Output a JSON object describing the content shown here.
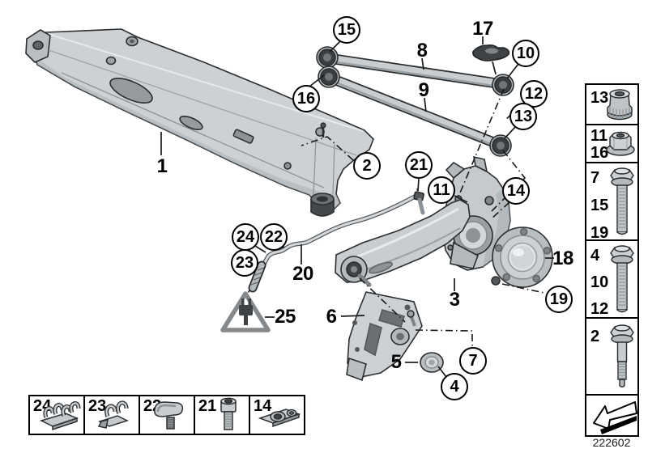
{
  "figure_number": "222602",
  "labels": {
    "c15": "15",
    "c16": "16",
    "c10": "10",
    "c12": "12",
    "c13": "13",
    "c2": "2",
    "c21": "21",
    "c11": "11",
    "c14": "14",
    "c24": "24",
    "c22": "22",
    "c23": "23",
    "c7": "7",
    "c4": "4",
    "c19": "19",
    "p1": "1",
    "p8": "8",
    "p9": "9",
    "p17": "17",
    "p20": "20",
    "p3": "3",
    "p6": "6",
    "p5": "5",
    "p18": "18",
    "p25": "25"
  },
  "sidebar": {
    "boxes": [
      {
        "icon": "collar-nut",
        "labels": [
          "13"
        ]
      },
      {
        "icon": "flange-nut",
        "labels": [
          "11",
          "16"
        ]
      },
      {
        "icon": "long-flange-bolt",
        "labels": [
          "7",
          "15",
          "19"
        ]
      },
      {
        "icon": "long-flange-bolt",
        "labels": [
          "4",
          "10",
          "12"
        ]
      },
      {
        "icon": "shoulder-bolt",
        "labels": [
          "2"
        ]
      },
      {
        "icon": "installation-direction-arrow",
        "labels": []
      }
    ]
  },
  "legend": [
    {
      "label": "24",
      "icon": "double-cable-clip"
    },
    {
      "label": "23",
      "icon": "cable-clip"
    },
    {
      "label": "22",
      "icon": "clamp-with-screw"
    },
    {
      "label": "21",
      "icon": "socket-head-screw"
    },
    {
      "label": "14",
      "icon": "clip-nut"
    }
  ],
  "symbols": {
    "warning_triangle": "electrical-connector-warning-triangle",
    "direction_arrow": "installation-direction-arrow"
  },
  "colors": {
    "metal_light": "#cdd1d4",
    "metal_mid": "#b4b9bc",
    "metal_dark": "#54585b",
    "outline": "#2b2e30",
    "background": "#ffffff"
  }
}
